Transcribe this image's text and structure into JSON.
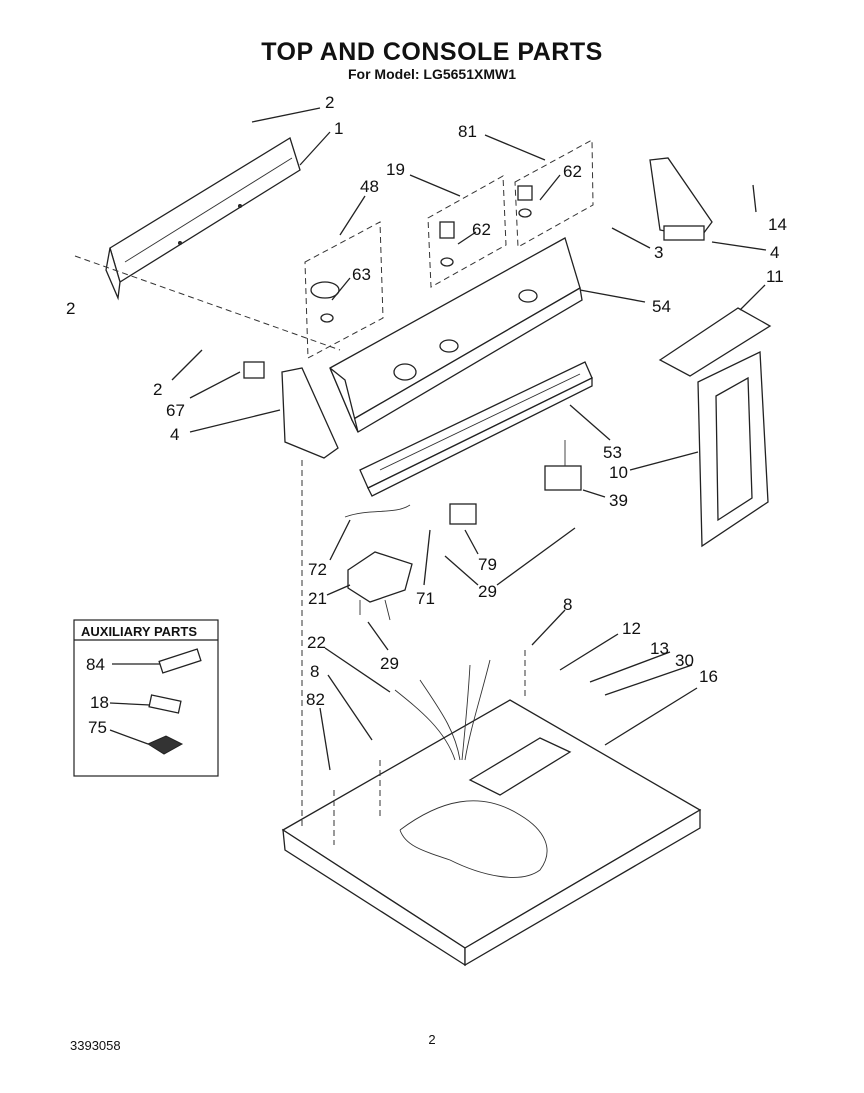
{
  "title": "TOP AND CONSOLE PARTS",
  "subtitle": "For Model: LG5651XMW1",
  "footer": {
    "doc_number": "3393058",
    "page_number": "2"
  },
  "auxiliary": {
    "title": "AUXILIARY PARTS",
    "items": [
      "84",
      "18",
      "75"
    ]
  },
  "callouts": [
    "2",
    "1",
    "81",
    "19",
    "62",
    "48",
    "62",
    "63",
    "2",
    "54",
    "14",
    "4",
    "3",
    "11",
    "2",
    "67",
    "4",
    "53",
    "10",
    "39",
    "72",
    "79",
    "21",
    "71",
    "29",
    "29",
    "8",
    "12",
    "13",
    "30",
    "16",
    "22",
    "8",
    "82"
  ]
}
